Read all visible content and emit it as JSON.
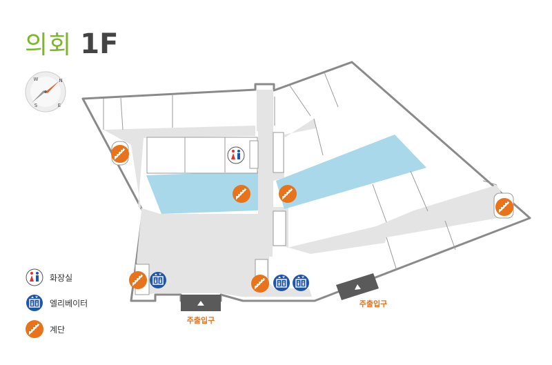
{
  "title": {
    "building": "의회",
    "floor": "1F"
  },
  "compass": {
    "n": "N",
    "e": "E",
    "s": "S",
    "w": "W"
  },
  "entrances": [
    {
      "label": "주출입구"
    },
    {
      "label": "주출입구"
    }
  ],
  "legend": [
    {
      "label": "화장실",
      "icon": "restroom-icon"
    },
    {
      "label": "엘리베이터",
      "icon": "elevator-icon"
    },
    {
      "label": "계단",
      "icon": "stairs-icon"
    }
  ],
  "colors": {
    "title_green": "#7ab828",
    "stairs_orange": "#e8731a",
    "elevator_blue": "#1f57a8",
    "restroom_red": "#e03030",
    "courtyard": "#a8d8ea",
    "corridor": "#e4e4e4",
    "wall": "#8a8a8a",
    "entrance_dark": "#5a5a5a"
  }
}
